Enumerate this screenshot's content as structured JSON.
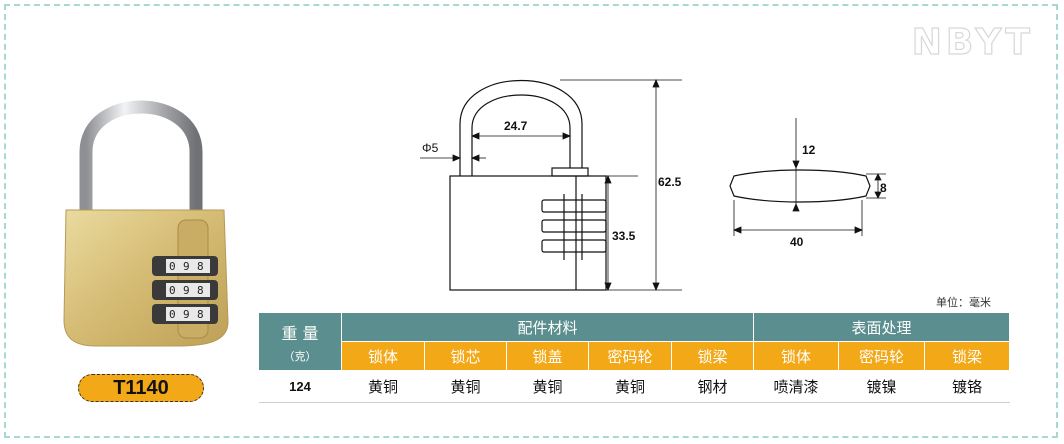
{
  "brand": "NBYT",
  "model": "T1140",
  "unit_note": "单位：毫米",
  "dimensions": {
    "shackle_diameter": "Φ5",
    "shackle_inner_width": "24.7",
    "total_height": "62.5",
    "body_height": "33.5",
    "key_width": "40",
    "key_height": "8",
    "key_mark": "12"
  },
  "dial_digits": [
    "0",
    "9",
    "8"
  ],
  "table": {
    "weight_label": "重 量",
    "weight_unit": "（克）",
    "groups": [
      "配件材料",
      "表面处理"
    ],
    "subheaders": [
      "锁体",
      "锁芯",
      "锁盖",
      "密码轮",
      "锁梁",
      "锁体",
      "密码轮",
      "锁梁"
    ],
    "row": [
      "124",
      "黄铜",
      "黄铜",
      "黄铜",
      "黄铜",
      "钢材",
      "喷清漆",
      "镀镍",
      "镀铬"
    ]
  },
  "colors": {
    "header_teal": "#5b8e8e",
    "subheader_orange": "#f3a817",
    "frame_dash": "#a9d7d3",
    "brass": "#d8c07a"
  }
}
